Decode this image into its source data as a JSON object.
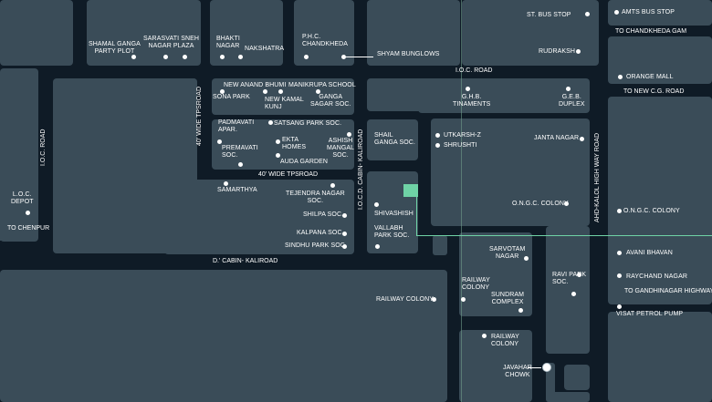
{
  "map": {
    "colors": {
      "background": "#0f1b26",
      "block": "#3a4c58",
      "project_marker": "#6fd3a6",
      "label": "#ffffff"
    },
    "project_marker_icon": "project-site-square-icon",
    "landmarks": {
      "shamal": "SHAMAL GANGA\nPARTY PLOT",
      "sarasvati": "SARASVATI SNEH\nNAGAR PLAZA",
      "bhakti": "BHAKTI\nNAGAR",
      "nakshatra": "NAKSHATRA",
      "phc": "P.H.C.\nCHANDKHEDA",
      "shyam": "SHYAM BUNGLOWS",
      "st_bus": "ST. BUS STOP",
      "amts": "AMTS BUS STOP",
      "rudraksh": "RUDRAKSH",
      "orange": "ORANGE MALL",
      "new_anand": "NEW ANAND BHUMI",
      "manikrupa": "MANIKRUPA SCHOOL",
      "sona": "SONA PARK",
      "new_kamal": "NEW KAMAL\nKUNJ",
      "ganga_sagar": "GANGA\nSAGAR SOC.",
      "padmavati": "PADMAVATI\nAPAR.",
      "satsang": "SATSANG PARK SOC.",
      "ekta": "EKTA\nHOMES",
      "premavati": "PREMAVATI\nSOC.",
      "ashish": "ASHISH\nMANGAL\nSOC.",
      "auda": "AUDA GARDEN",
      "ghb": "G.H.B.\nTINAMENTS",
      "geb": "G.E.B.\nDUPLEX",
      "shail": "SHAIL\nGANGA SOC.",
      "utkarsh": "UTKARSH-Z",
      "shrushti": "SHRUSHTI",
      "janta": "JANTA NAGAR",
      "loc_depot": "L.O.C.\nDEPOT",
      "samarthya": "SAMARTHYA",
      "tejendra": "TEJENDRA NAGAR\nSOC.",
      "shilpa": "SHILPA SOC.",
      "kalpana": "KALPANA SOC.",
      "sindhu": "SINDHU PARK SOC.",
      "shivashish": "SHIVASHISH",
      "vallabh": "VALLABH\nPARK SOC.",
      "ongc_colony1": "O.N.G.C. COLONY",
      "ongc_colony2": "O.N.G.C. COLONY",
      "sarvotam": "SARVOTAM\nNAGAR",
      "avani": "AVANI BHAVAN",
      "raychand": "RAYCHAND NAGAR",
      "railway_colony1": "RAILWAY COLONY",
      "railway_colony2": "RAILWAY\nCOLONY",
      "sundram": "SUNDRAM\nCOMPLEX",
      "ravi_park": "RAVI PARK\nSOC.",
      "visat": "VISAT PETROL PUMP",
      "railway_colony3": "RAILWAY\nCOLONY",
      "javahar": "JAVAHAR\nCHOWK"
    },
    "roads": {
      "to_chandkheda_gam": "TO CHANDKHEDA GAM",
      "ioc_road_top": "I.O.C. ROAD",
      "to_new_cg_road": "TO NEW C.G. ROAD",
      "wide_tp_vertical": "40' WIDE TPSROAD",
      "wide_tp_horizontal": "40' WIDE TPSROAD",
      "ioc_road_left": "I.O.C. ROAD",
      "iocd_cabin": "I.O.C.D. CABIN- KALIROAD",
      "ahd_kalol": "AHD-KALOL HIGH WAY ROAD",
      "to_chenpur": "TO CHENPUR",
      "d_cabin": "D.' CABIN- KALIROAD",
      "to_gandhinagar": "TO GANDHINAGAR HIGHWAY"
    }
  }
}
